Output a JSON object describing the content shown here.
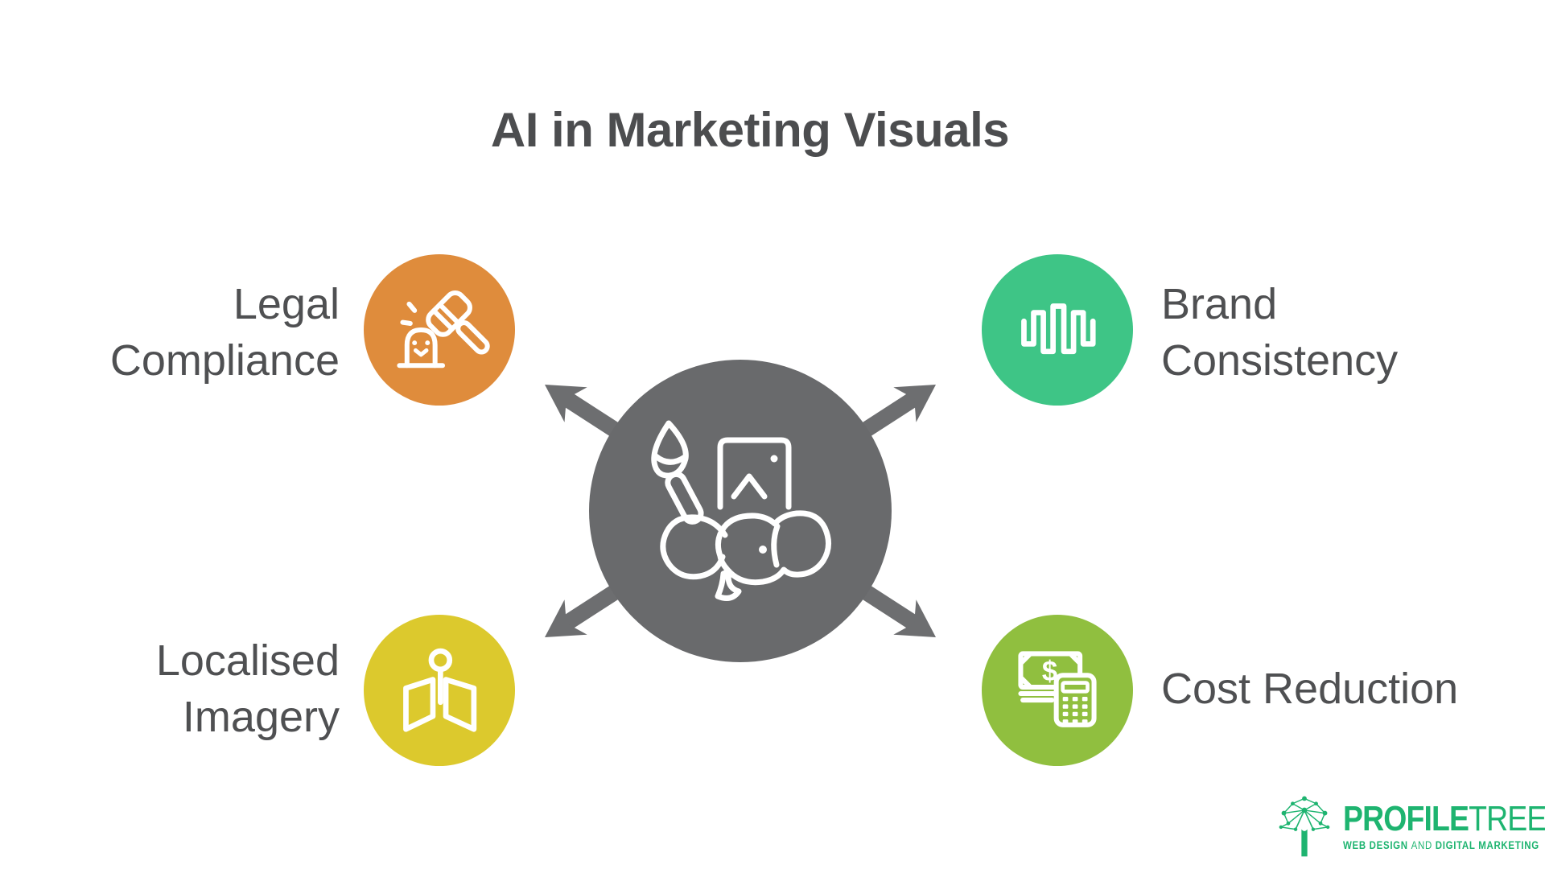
{
  "title": "AI in Marketing Visuals",
  "center": {
    "icon": "elephant-paintbrush-image-icon",
    "circle_color": "#696a6c",
    "arrow_color": "#6d6e70"
  },
  "nodes": [
    {
      "id": "legal-compliance",
      "line1": "Legal",
      "line2": "Compliance",
      "circle_color": "#df8c3c",
      "icon": "gavel-icon"
    },
    {
      "id": "brand-consistency",
      "line1": "Brand",
      "line2": "Consistency",
      "circle_color": "#3ec586",
      "icon": "waveform-icon"
    },
    {
      "id": "localised-imagery",
      "line1": "Localised",
      "line2": "Imagery",
      "circle_color": "#dcc92d",
      "icon": "map-pin-icon"
    },
    {
      "id": "cost-reduction",
      "line1": "Cost Reduction",
      "circle_color": "#90bf3f",
      "icon": "money-calculator-icon"
    }
  ],
  "text_color": "#4f5052",
  "logo": {
    "brand_bold": "PROFILE",
    "brand_light": "TREE",
    "tagline_1": "WEB DESIGN",
    "tagline_and": "AND",
    "tagline_2": "DIGITAL MARKETING",
    "brand_color": "#1eb470"
  }
}
